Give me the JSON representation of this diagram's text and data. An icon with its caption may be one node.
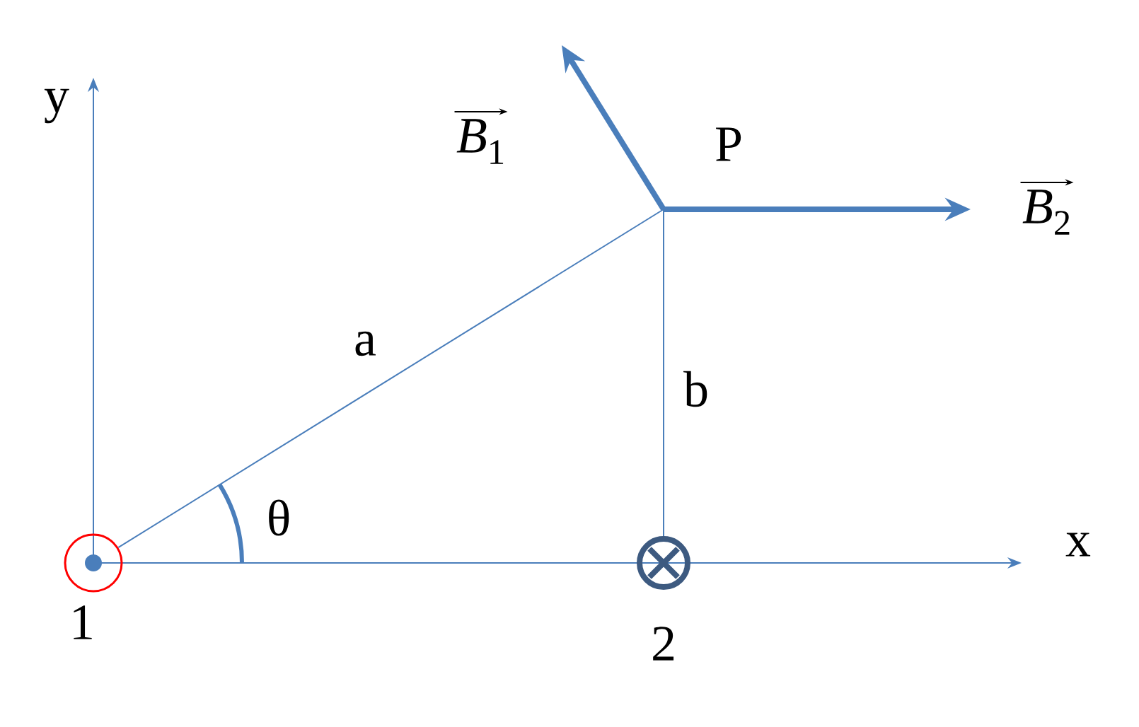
{
  "diagram": {
    "nodes": [
      {
        "text": [],
        "shape": "circle",
        "beside": [
          "1"
        ]
      },
      {
        "text": [
          "P"
        ]
      },
      {
        "text": [],
        "shape": "circle",
        "beside": [
          "2"
        ]
      }
    ],
    "edges": [
      {
        "from": 0,
        "to": 1,
        "arrow": "none",
        "label": "a"
      },
      {
        "from": 2,
        "to": 1,
        "arrow": "none",
        "label": "b"
      }
    ],
    "labels": [
      "y",
      "x",
      "θ",
      "*B*$_{1}$",
      "*B*$_{2}$"
    ]
  }
}
